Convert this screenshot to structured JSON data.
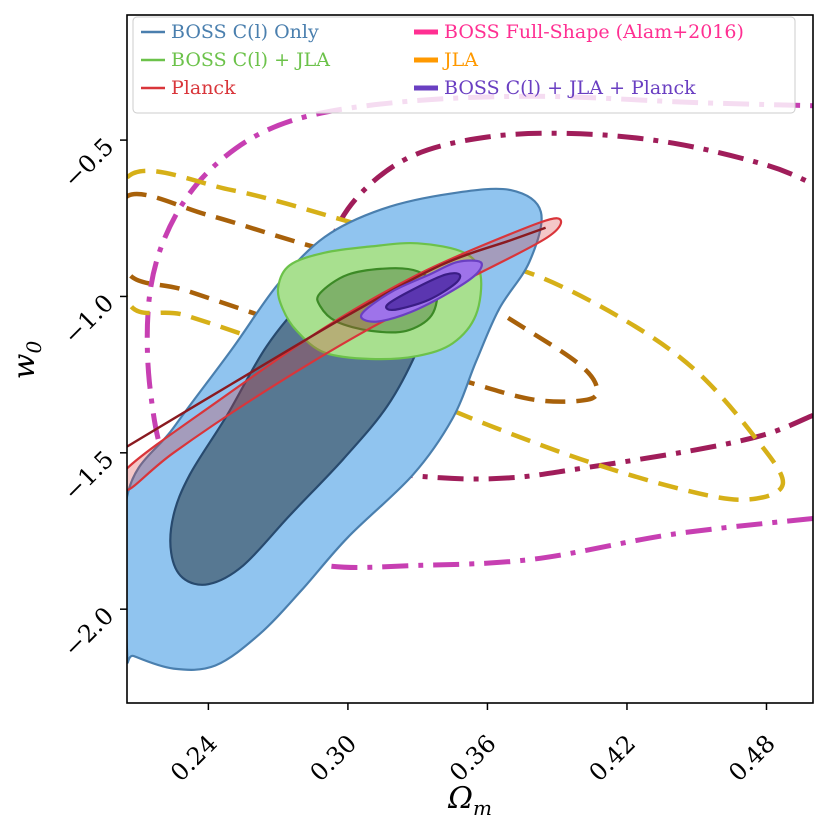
{
  "chart_data": {
    "type": "contour",
    "xlabel": "Ω",
    "xlabel_sub": "m",
    "ylabel": "w",
    "ylabel_sub": "0",
    "xlim": [
      0.205,
      0.5
    ],
    "ylim": [
      -2.3,
      -0.1
    ],
    "x_ticks": [
      0.24,
      0.3,
      0.36,
      0.42,
      0.48
    ],
    "x_tick_labels": [
      "0.24",
      "0.30",
      "0.36",
      "0.42",
      "0.48"
    ],
    "y_ticks": [
      -2.0,
      -1.5,
      -1.0,
      -0.5
    ],
    "y_tick_labels": [
      "−2.0",
      "−1.5",
      "−1.0",
      "−0.5"
    ],
    "legend_position": "top",
    "legend": [
      {
        "label": "BOSS C(l) Only",
        "color": "#4a7fae"
      },
      {
        "label": "BOSS Full-Shape (Alam+2016)",
        "color": "#ff2f92"
      },
      {
        "label": "BOSS C(l) + JLA",
        "color": "#6cc24a"
      },
      {
        "label": "JLA",
        "color": "#ff9900"
      },
      {
        "label": "Planck",
        "color": "#d9353a"
      },
      {
        "label": "BOSS C(l) + JLA + Planck",
        "color": "#6a3fc2"
      }
    ],
    "series": [
      {
        "name": "BOSS Full-Shape (Alam+2016)",
        "style": "dashdot",
        "color": "#c73fb2",
        "level": "outer",
        "points": [
          [
            0.5,
            -1.71
          ],
          [
            0.44,
            -1.76
          ],
          [
            0.38,
            -1.84
          ],
          [
            0.33,
            -1.86
          ],
          [
            0.29,
            -1.86
          ],
          [
            0.255,
            -1.78
          ],
          [
            0.225,
            -1.58
          ],
          [
            0.215,
            -1.3
          ],
          [
            0.215,
            -0.98
          ],
          [
            0.226,
            -0.74
          ],
          [
            0.246,
            -0.56
          ],
          [
            0.275,
            -0.44
          ],
          [
            0.32,
            -0.38
          ],
          [
            0.38,
            -0.36
          ],
          [
            0.45,
            -0.38
          ],
          [
            0.5,
            -0.39
          ]
        ]
      },
      {
        "name": "BOSS Full-Shape (Alam+2016)",
        "style": "dashdot",
        "color": "#a01d5a",
        "level": "inner",
        "points": [
          [
            0.5,
            -1.38
          ],
          [
            0.48,
            -1.44
          ],
          [
            0.45,
            -1.49
          ],
          [
            0.4,
            -1.55
          ],
          [
            0.37,
            -1.58
          ],
          [
            0.34,
            -1.58
          ],
          [
            0.315,
            -1.55
          ],
          [
            0.297,
            -1.44
          ],
          [
            0.288,
            -1.18
          ],
          [
            0.29,
            -0.92
          ],
          [
            0.3,
            -0.72
          ],
          [
            0.325,
            -0.56
          ],
          [
            0.36,
            -0.49
          ],
          [
            0.4,
            -0.48
          ],
          [
            0.44,
            -0.51
          ],
          [
            0.48,
            -0.58
          ],
          [
            0.5,
            -0.64
          ]
        ]
      },
      {
        "name": "JLA",
        "style": "dashed",
        "color": "#d6b018",
        "level": "outer",
        "closed": true,
        "points": [
          [
            0.205,
            -0.62
          ],
          [
            0.25,
            -0.66
          ],
          [
            0.3,
            -0.76
          ],
          [
            0.34,
            -0.85
          ],
          [
            0.38,
            -0.93
          ],
          [
            0.42,
            -1.08
          ],
          [
            0.45,
            -1.24
          ],
          [
            0.475,
            -1.45
          ],
          [
            0.487,
            -1.6
          ],
          [
            0.47,
            -1.65
          ],
          [
            0.44,
            -1.61
          ],
          [
            0.4,
            -1.52
          ],
          [
            0.36,
            -1.41
          ],
          [
            0.32,
            -1.29
          ],
          [
            0.27,
            -1.16
          ],
          [
            0.23,
            -1.06
          ],
          [
            0.205,
            -1.01
          ]
        ]
      },
      {
        "name": "JLA",
        "style": "dashed",
        "color": "#a8610a",
        "level": "inner",
        "closed": true,
        "points": [
          [
            0.205,
            -0.68
          ],
          [
            0.24,
            -0.74
          ],
          [
            0.28,
            -0.83
          ],
          [
            0.32,
            -0.91
          ],
          [
            0.35,
            -0.99
          ],
          [
            0.38,
            -1.12
          ],
          [
            0.4,
            -1.22
          ],
          [
            0.407,
            -1.29
          ],
          [
            0.403,
            -1.33
          ],
          [
            0.38,
            -1.33
          ],
          [
            0.35,
            -1.27
          ],
          [
            0.31,
            -1.18
          ],
          [
            0.27,
            -1.08
          ],
          [
            0.23,
            -0.98
          ],
          [
            0.205,
            -0.92
          ]
        ]
      },
      {
        "name": "BOSS C(l) Only",
        "style": "filled",
        "color": "#4a7fae",
        "fill": "#90c4ef",
        "level": "outer",
        "points": [
          [
            0.205,
            -1.64
          ],
          [
            0.225,
            -1.42
          ],
          [
            0.25,
            -1.17
          ],
          [
            0.27,
            -0.96
          ],
          [
            0.29,
            -0.81
          ],
          [
            0.315,
            -0.72
          ],
          [
            0.345,
            -0.67
          ],
          [
            0.37,
            -0.66
          ],
          [
            0.383,
            -0.73
          ],
          [
            0.378,
            -0.89
          ],
          [
            0.365,
            -1.04
          ],
          [
            0.355,
            -1.21
          ],
          [
            0.345,
            -1.39
          ],
          [
            0.328,
            -1.57
          ],
          [
            0.3,
            -1.77
          ],
          [
            0.28,
            -1.94
          ],
          [
            0.262,
            -2.08
          ],
          [
            0.243,
            -2.18
          ],
          [
            0.225,
            -2.19
          ],
          [
            0.208,
            -2.15
          ],
          [
            0.205,
            -2.13
          ]
        ]
      },
      {
        "name": "BOSS C(l) Only",
        "style": "filled",
        "color": "#284a6e",
        "fill": "#577892",
        "level": "inner",
        "points": [
          [
            0.225,
            -1.7
          ],
          [
            0.232,
            -1.57
          ],
          [
            0.248,
            -1.38
          ],
          [
            0.265,
            -1.16
          ],
          [
            0.282,
            -1.01
          ],
          [
            0.3,
            -0.92
          ],
          [
            0.32,
            -0.88
          ],
          [
            0.335,
            -0.89
          ],
          [
            0.338,
            -1.0
          ],
          [
            0.33,
            -1.17
          ],
          [
            0.317,
            -1.35
          ],
          [
            0.298,
            -1.52
          ],
          [
            0.275,
            -1.7
          ],
          [
            0.255,
            -1.86
          ],
          [
            0.24,
            -1.92
          ],
          [
            0.229,
            -1.9
          ],
          [
            0.224,
            -1.82
          ]
        ]
      },
      {
        "name": "BOSS C(l) + JLA",
        "style": "filled",
        "color": "#6cc24a",
        "fill": "#a8e08f",
        "level": "outer",
        "points": [
          [
            0.27,
            -0.97
          ],
          [
            0.275,
            -0.9
          ],
          [
            0.29,
            -0.86
          ],
          [
            0.31,
            -0.84
          ],
          [
            0.33,
            -0.83
          ],
          [
            0.35,
            -0.86
          ],
          [
            0.357,
            -0.93
          ],
          [
            0.355,
            -1.06
          ],
          [
            0.345,
            -1.15
          ],
          [
            0.33,
            -1.19
          ],
          [
            0.31,
            -1.2
          ],
          [
            0.29,
            -1.18
          ],
          [
            0.278,
            -1.11
          ],
          [
            0.272,
            -1.04
          ]
        ]
      },
      {
        "name": "BOSS C(l) + JLA",
        "style": "filled",
        "color": "#3c8a26",
        "fill": "#7fb26a",
        "level": "inner",
        "points": [
          [
            0.288,
            -0.99
          ],
          [
            0.3,
            -0.93
          ],
          [
            0.318,
            -0.91
          ],
          [
            0.33,
            -0.92
          ],
          [
            0.338,
            -0.97
          ],
          [
            0.336,
            -1.06
          ],
          [
            0.325,
            -1.11
          ],
          [
            0.31,
            -1.11
          ],
          [
            0.295,
            -1.08
          ],
          [
            0.288,
            -1.03
          ]
        ]
      },
      {
        "name": "Planck",
        "style": "filled",
        "color": "#d9353a",
        "fill": "rgba(217,53,58,0.28)",
        "level": "outer",
        "points": [
          [
            0.205,
            -1.55
          ],
          [
            0.245,
            -1.33
          ],
          [
            0.29,
            -1.1
          ],
          [
            0.33,
            -0.93
          ],
          [
            0.37,
            -0.8
          ],
          [
            0.39,
            -0.75
          ],
          [
            0.386,
            -0.81
          ],
          [
            0.35,
            -0.95
          ],
          [
            0.31,
            -1.1
          ],
          [
            0.265,
            -1.3
          ],
          [
            0.225,
            -1.5
          ],
          [
            0.205,
            -1.62
          ]
        ]
      },
      {
        "name": "Planck",
        "style": "line",
        "color": "#8a1a20",
        "level": "inner",
        "points": [
          [
            0.205,
            -1.48
          ],
          [
            0.25,
            -1.28
          ],
          [
            0.3,
            -1.06
          ],
          [
            0.34,
            -0.9
          ],
          [
            0.37,
            -0.82
          ],
          [
            0.385,
            -0.78
          ]
        ]
      },
      {
        "name": "BOSS C(l) + JLA + Planck",
        "style": "filled",
        "color": "#6a3fc2",
        "fill": "#9e73ea",
        "level": "outer",
        "points": [
          [
            0.308,
            -1.04
          ],
          [
            0.32,
            -0.98
          ],
          [
            0.335,
            -0.93
          ],
          [
            0.347,
            -0.89
          ],
          [
            0.357,
            -0.89
          ],
          [
            0.355,
            -0.93
          ],
          [
            0.343,
            -0.99
          ],
          [
            0.327,
            -1.05
          ],
          [
            0.313,
            -1.08
          ],
          [
            0.306,
            -1.07
          ]
        ]
      },
      {
        "name": "BOSS C(l) + JLA + Planck",
        "style": "filled",
        "color": "#3a1d85",
        "fill": "#5b36b0",
        "level": "inner",
        "points": [
          [
            0.318,
            -1.02
          ],
          [
            0.33,
            -0.97
          ],
          [
            0.342,
            -0.93
          ],
          [
            0.348,
            -0.93
          ],
          [
            0.346,
            -0.96
          ],
          [
            0.335,
            -1.01
          ],
          [
            0.322,
            -1.04
          ],
          [
            0.317,
            -1.04
          ]
        ]
      }
    ]
  }
}
